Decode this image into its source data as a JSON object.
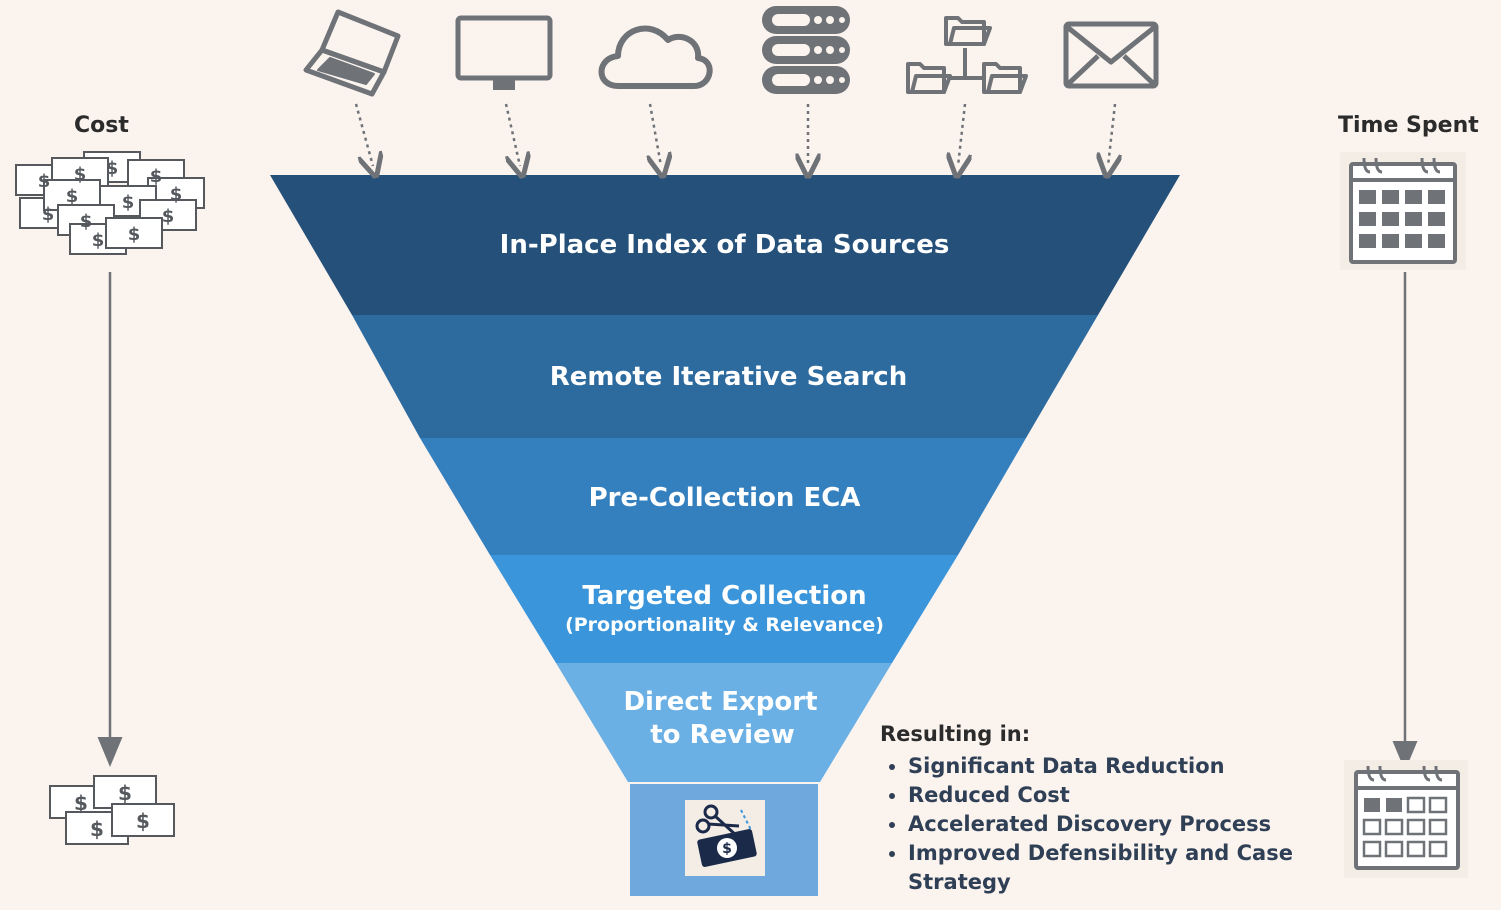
{
  "left_axis": {
    "label": "Cost"
  },
  "right_axis": {
    "label": "Time Spent"
  },
  "icons": {
    "sources": [
      "laptop-icon",
      "monitor-icon",
      "cloud-icon",
      "server-icon",
      "folder-tree-icon",
      "envelope-icon"
    ],
    "cost_high": "money-pile-icon",
    "cost_low": "money-small-icon",
    "time_high": "calendar-full-icon",
    "time_low": "calendar-few-icon",
    "funnel_output": "cut-cost-icon"
  },
  "colors": {
    "background": "#faf3ee",
    "stage1": "#24507a",
    "stage2": "#2d6a9e",
    "stage3": "#347fbe",
    "stage4": "#3a95db",
    "stage5": "#6ab0e4",
    "spout": "#6fa8dc",
    "icon_gray": "#6f7378"
  },
  "funnel": {
    "stages": [
      {
        "title": "In-Place Index of Data Sources"
      },
      {
        "title": "Remote Iterative Search"
      },
      {
        "title": "Pre-Collection ECA"
      },
      {
        "title": "Targeted Collection",
        "subtitle": "(Proportionality & Relevance)"
      },
      {
        "title_line1": "Direct Export",
        "title_line2": "to Review"
      }
    ]
  },
  "results": {
    "heading": "Resulting in:",
    "items": [
      "Significant Data Reduction",
      "Reduced Cost",
      "Accelerated Discovery Process",
      "Improved Defensibility and Case Strategy"
    ]
  }
}
